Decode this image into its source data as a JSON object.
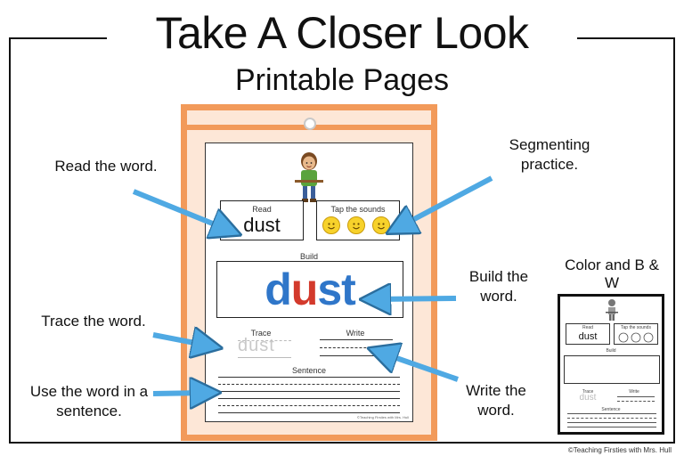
{
  "header": {
    "title": "Take A Closer Look",
    "subtitle": "Printable Pages"
  },
  "worksheet": {
    "read_label": "Read",
    "word": "dust",
    "tap_label": "Tap the sounds",
    "sound_count": 3,
    "build_label": "Build",
    "build_letters": [
      {
        "letter": "d",
        "color": "#2f76c9"
      },
      {
        "letter": "u",
        "color": "#d33a2c"
      },
      {
        "letter": "s",
        "color": "#2f76c9"
      },
      {
        "letter": "t",
        "color": "#2f76c9"
      }
    ],
    "trace_label": "Trace",
    "write_label": "Write",
    "sentence_label": "Sentence",
    "footer": "©Teaching Firsties with Mrs. Hull"
  },
  "callouts": {
    "read": "Read the word.",
    "segment": "Segmenting practice.",
    "build": "Build the word.",
    "trace": "Trace the word.",
    "write": "Write the word.",
    "sentence": "Use the word in a sentence."
  },
  "variant_label": "Color and B & W",
  "copyright": "©Teaching Firsties with Mrs. Hull",
  "colors": {
    "sleeve": "#f29a5a",
    "arrow": "#4fa9e3",
    "accent_blue": "#2f76c9",
    "accent_red": "#d33a2c",
    "smiley": "#f7d22b"
  }
}
